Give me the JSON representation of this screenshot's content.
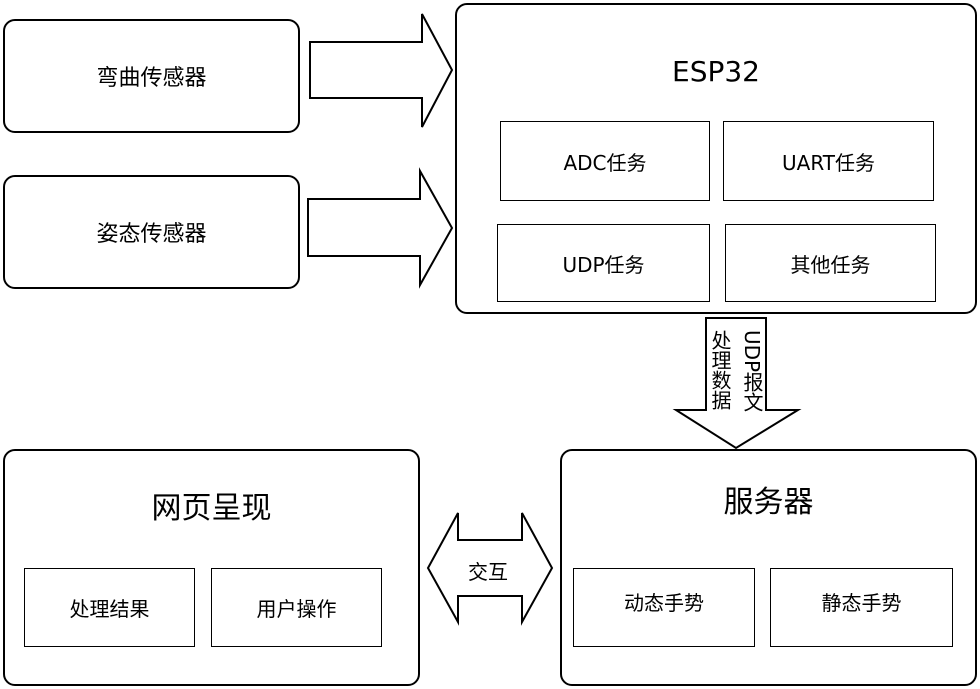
{
  "sensors": {
    "bend": "弯曲传感器",
    "attitude": "姿态传感器"
  },
  "esp32": {
    "title": "ESP32",
    "tasks": [
      "ADC任务",
      "UART任务",
      "UDP任务",
      "其他任务"
    ]
  },
  "link_esp_server": {
    "line1": "UDP报文",
    "line2": "处理数据"
  },
  "server": {
    "title": "服务器",
    "items": [
      "动态手势",
      "静态手势"
    ]
  },
  "web": {
    "title": "网页呈现",
    "items": [
      "处理结果",
      "用户操作"
    ]
  },
  "interaction_label": "交互"
}
